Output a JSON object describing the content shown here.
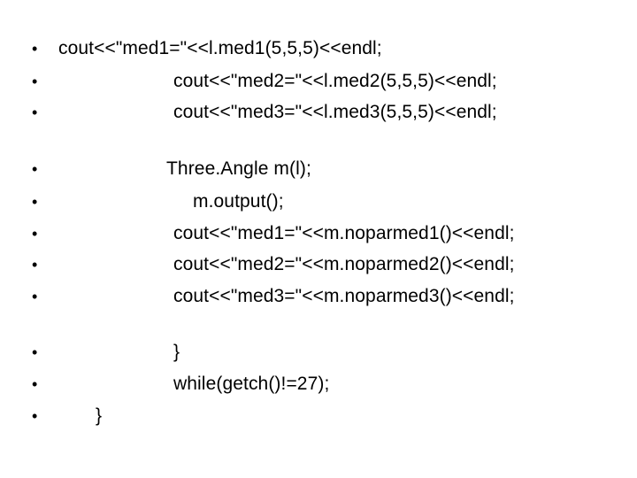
{
  "bullet_glyph": "•",
  "lines": [
    {
      "text": "cout<<\"med1=\"<<l.med1(5,5,5)<<endl;"
    },
    {
      "text": "cout<<\"med2=\"<<l.med2(5,5,5)<<endl;"
    },
    {
      "text": "cout<<\"med3=\"<<l.med3(5,5,5)<<endl;"
    },
    {
      "text": "Three.Angle m(l);"
    },
    {
      "text": "m.output();"
    },
    {
      "text": "cout<<\"med1=\"<<m.noparmed1()<<endl;"
    },
    {
      "text": "cout<<\"med2=\"<<m.noparmed2()<<endl;"
    },
    {
      "text": "cout<<\"med3=\"<<m.noparmed3()<<endl;"
    },
    {
      "text": "}"
    },
    {
      "text": "while(getch()!=27);"
    },
    {
      "text": "}"
    }
  ]
}
